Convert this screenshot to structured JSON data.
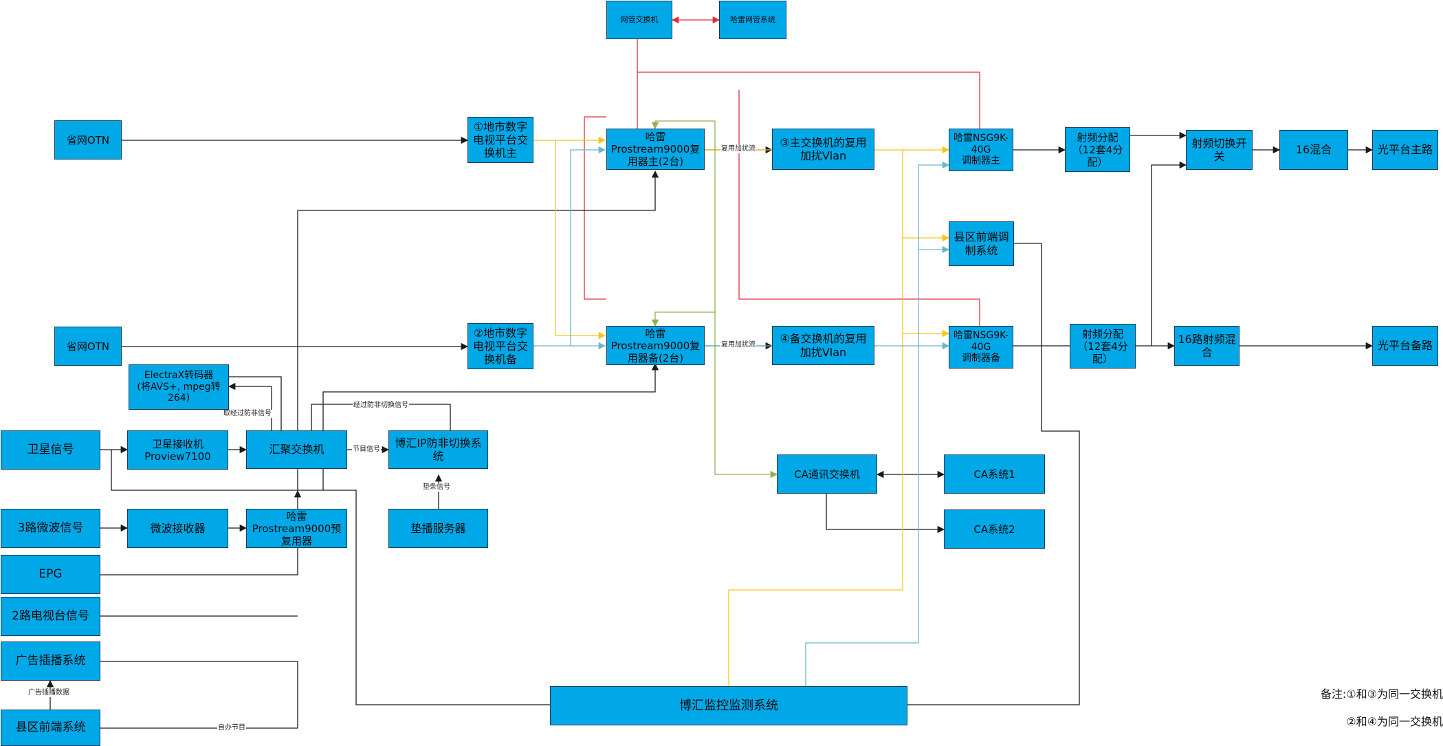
{
  "colors": {
    "box_fill": "#00a8e8",
    "black": "#1a1a1a",
    "red": "#e0303a",
    "yellow": "#f5c518",
    "teal": "#6ab7cf",
    "green": "#8fb050"
  },
  "nodes": {
    "nms_switch": "网管交换机",
    "nms_system": "哈雷网管系统",
    "otn_1": "省网OTN",
    "otn_2": "省网OTN",
    "city_switch_main": "①地市数字电视平台交换机主",
    "city_switch_backup": "②地市数字电视平台交换机备",
    "mux_main": "哈雷Prostream9000复用器主(2台)",
    "mux_backup": "哈雷Prostream9000复用器备(2台)",
    "main_switch_vlan": "③主交换机的复用加扰Vlan",
    "backup_switch_vlan": "④备交换机的复用加扰Vlan",
    "modulator_main": "哈雷NSG9K-40G\n调制器主",
    "modulator_backup": "哈雷NSG9K-40G\n调制器备",
    "county_modulation": "县区前端调制系统",
    "rf_split_1": "射频分配\n（12套4分配）",
    "rf_split_2": "射频分配\n（12套4分配）",
    "rf_switch": "射频切换开关",
    "mix_16": "16混合",
    "rf_mix_16": "16路射频混合",
    "optical_main": "光平台主路",
    "optical_backup": "光平台备路",
    "electrax": "ElectraX转码器\n(将AVS+, mpeg转264)",
    "satellite_signal": "卫星信号",
    "satellite_receiver": "卫星接收机\nProview7100",
    "aggregation_switch": "汇聚交换机",
    "bohui_ip_switch": "博汇IP防非切换系统",
    "microwave_signal": "3路微波信号",
    "microwave_receiver": "微波接收器",
    "pre_mux": "哈雷Prostream9000预复用器",
    "insert_server": "垫播服务器",
    "epg": "EPG",
    "tv_signal": "2路电视台信号",
    "ad_insert": "广告插播系统",
    "county_frontend": "县区前端系统",
    "ca_switch": "CA通讯交换机",
    "ca_system_1": "CA系统1",
    "ca_system_2": "CA系统2",
    "monitor_system": "博汇监控监测系统"
  },
  "labels": {
    "mux_scramble_1": "复用加扰流",
    "mux_scramble_2": "复用加扰流",
    "after_anti_illegal": "取经过防非信号",
    "via_anti_illegal_switch": "经过防非切换信号",
    "program_signal": "节目信号",
    "filler_signal": "垫条信号",
    "ad_insert_data": "广告插播数据",
    "own_program": "自办节目"
  },
  "note": {
    "prefix": "备注:",
    "line1": "①和③为同一交换机",
    "line2": "②和④为同一交换机"
  }
}
